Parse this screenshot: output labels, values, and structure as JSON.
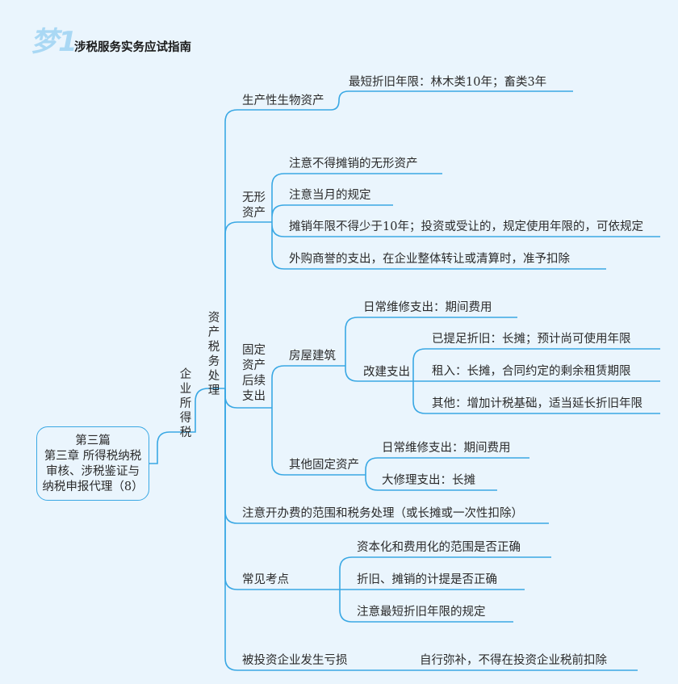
{
  "header": {
    "logo": "梦1",
    "title": "涉税服务实务应试指南"
  },
  "root": {
    "lines": [
      "第三篇",
      "第三章  所得税纳税",
      "审核、涉税鉴证与",
      "纳税申报代理（8）"
    ]
  },
  "level1": "企业所得税",
  "level2": "资产税务处理",
  "branches": {
    "bio": {
      "label": "生产性生物资产",
      "child": "最短折旧年限：林木类10年；畜类3年"
    },
    "intangible": {
      "label": "无形资产",
      "children": [
        "注意不得摊销的无形资产",
        "注意当月的规定",
        "摊销年限不得少于10年；投资或受让的，规定使用年限的，可依规定",
        "外购商誉的支出，在企业整体转让或清算时，准予扣除"
      ]
    },
    "fixed": {
      "label": "固定资产后续支出",
      "building": {
        "label": "房屋建筑",
        "repair": "日常维修支出：期间费用",
        "rebuild": {
          "label": "改建支出",
          "children": [
            "已提足折旧：长摊；预计尚可使用年限",
            "租入：长摊，合同约定的剩余租赁期限",
            "其他：增加计税基础，适当延长折旧年限"
          ]
        }
      },
      "other": {
        "label": "其他固定资产",
        "children": [
          "日常维修支出：期间费用",
          "大修理支出：长摊"
        ]
      }
    },
    "startup": {
      "label": "注意开办费的范围和税务处理（或长摊或一次性扣除）"
    },
    "common": {
      "label": "常见考点",
      "children": [
        "资本化和费用化的范围是否正确",
        "折旧、摊销的计提是否正确",
        "注意最短折旧年限的规定"
      ]
    },
    "loss": {
      "label": "被投资企业发生亏损",
      "child": "自行弥补，不得在投资企业税前扣除"
    }
  }
}
